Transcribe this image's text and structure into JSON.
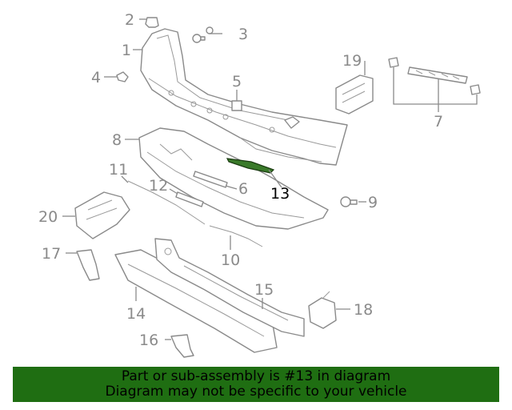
{
  "callouts": {
    "c1": "1",
    "c2": "2",
    "c3": "3",
    "c4": "4",
    "c5": "5",
    "c6": "6",
    "c7": "7",
    "c8": "8",
    "c9": "9",
    "c10": "10",
    "c11": "11",
    "c12": "12",
    "c13": "13",
    "c14": "14",
    "c15": "15",
    "c16": "16",
    "c17": "17",
    "c18": "18",
    "c19": "19",
    "c20": "20"
  },
  "highlighted_part": "13",
  "colors": {
    "banner": "#1f6e12",
    "highlight_part": "#3a7a2a",
    "part_stroke": "#8a8a8a"
  },
  "banner": {
    "line1": "Part or sub-assembly is #13 in diagram",
    "line2": "Diagram may not be specific to your vehicle"
  }
}
